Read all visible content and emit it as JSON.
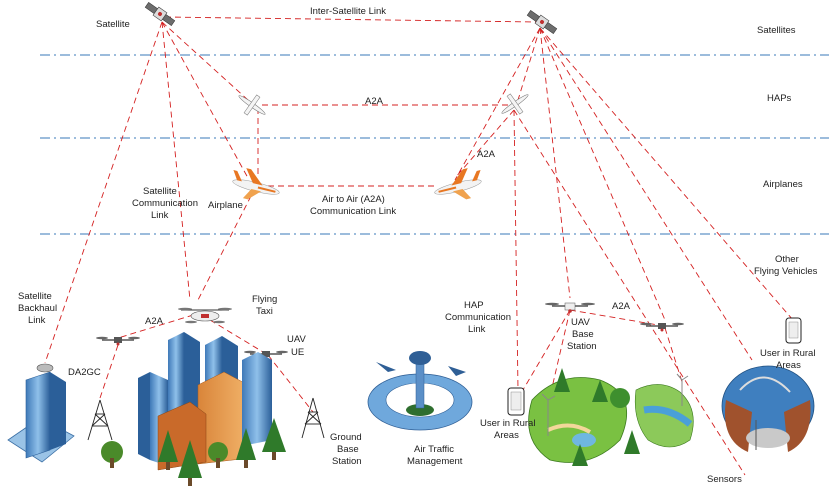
{
  "layers": {
    "satellites": "Satellites",
    "haps": "HAPs",
    "airplanes": "Airplanes",
    "other_line1": "Other",
    "other_line2": "Flying Vehicles"
  },
  "labels": {
    "satellite": "Satellite",
    "inter_satellite_link": "Inter-Satellite Link",
    "a2a_haps": "A2A",
    "a2a_right": "A2A",
    "sat_comm_1": "Satellite",
    "sat_comm_2": "Communication",
    "sat_comm_3": "Link",
    "airplane": "Airplane",
    "air_to_air_1": "Air to Air (A2A)",
    "air_to_air_2": "Communication Link",
    "backhaul_1": "Satellite",
    "backhaul_2": "Backhaul",
    "backhaul_3": "Link",
    "a2a_taxi": "A2A",
    "flying_1": "Flying",
    "flying_2": "Taxi",
    "uav_ue_1": "UAV",
    "uav_ue_2": "UE",
    "da2gc": "DA2GC",
    "ground_1": "Ground",
    "ground_2": "Base",
    "ground_3": "Station",
    "atm_1": "Air Traffic",
    "atm_2": "Management",
    "hap_comm_1": "HAP",
    "hap_comm_2": "Communication",
    "hap_comm_3": "Link",
    "uav_bs_1": "UAV",
    "uav_bs_2": "Base",
    "uav_bs_3": "Station",
    "a2a_uav": "A2A",
    "rural_left_1": "User in Rural",
    "rural_left_2": "Areas",
    "rural_right_1": "User in Rural",
    "rural_right_2": "Areas",
    "sensors": "Sensors"
  }
}
